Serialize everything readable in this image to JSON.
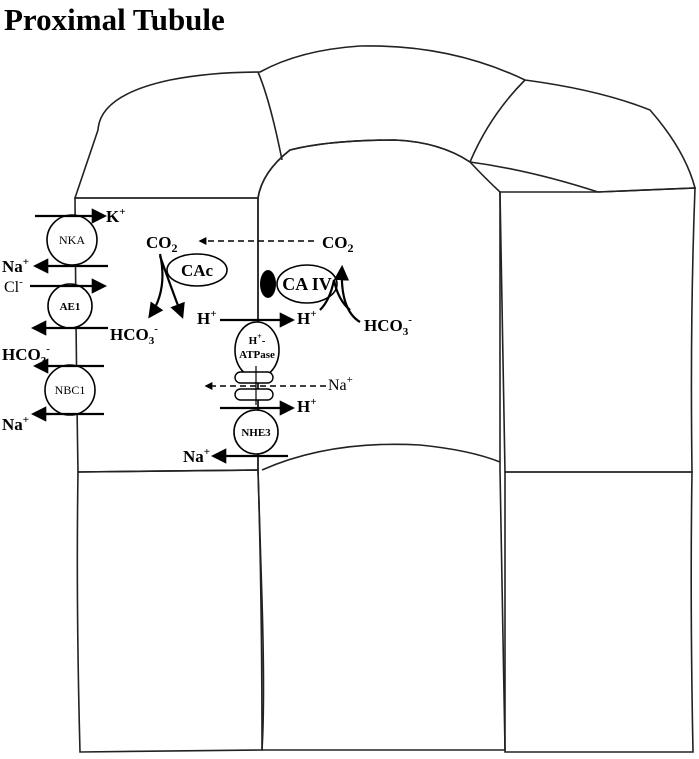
{
  "title": "Proximal Tubule",
  "colors": {
    "cell": "#f7ebc8",
    "cell_top": "#f3d5b9",
    "lumen_center": "#f5c9a0",
    "lumen_edge": "#f7ebc8",
    "outline": "#222222"
  },
  "transporters": {
    "nka": "NKA",
    "ae1": "AE1",
    "nbc1": "NBC1",
    "h_atpase_line1": "H",
    "h_atpase_sup": "+",
    "h_atpase_line2": "-",
    "h_atpase_line3": "ATPase",
    "nhe3": "NHE3"
  },
  "enzymes": {
    "cac": "CAc",
    "ca_iv": "CA IV"
  },
  "ions": {
    "k_base": "K",
    "na_base": "Na",
    "cl_base": "Cl",
    "hco3_base": "HCO",
    "h_base": "H",
    "co2_base": "CO",
    "plus": "+",
    "minus": "-",
    "sub3": "3",
    "sub2": "2"
  }
}
